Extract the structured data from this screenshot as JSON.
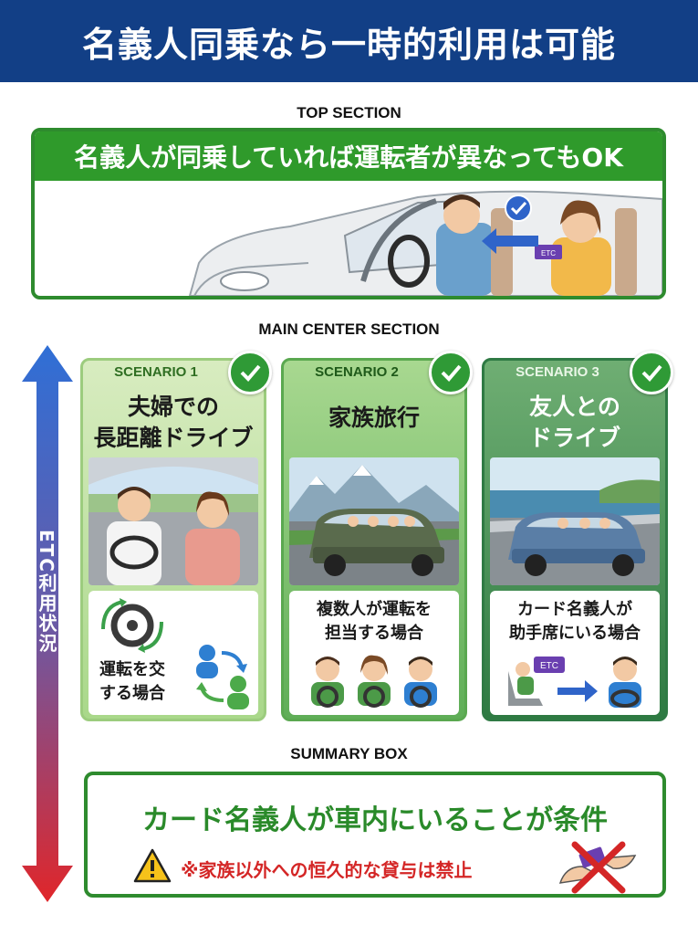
{
  "header": {
    "title": "名義人同乗なら一時的利用は可能"
  },
  "top_section": {
    "label": "TOP SECTION",
    "heading": "名義人が同乗していれば運転者が異なってもOK",
    "card_icon_text": "ETC"
  },
  "main_section": {
    "label": "MAIN CENTER SECTION",
    "axis_label": "ETC利用状況",
    "scenarios": [
      {
        "tag": "SCENARIO 1",
        "title_line1": "夫婦での",
        "title_line2": "長距離ドライブ",
        "desc_line1": "運転を交",
        "desc_line2": "する場合"
      },
      {
        "tag": "SCENARIO 2",
        "title_line1": "家族旅行",
        "desc_line1": "複数人が運転を",
        "desc_line2": "担当する場合"
      },
      {
        "tag": "SCENARIO 3",
        "title_line1": "友人との",
        "title_line2": "ドライブ",
        "desc_line1": "カード名義人が",
        "desc_line2": "助手席にいる場合",
        "etc_text": "ETC"
      }
    ]
  },
  "summary": {
    "label": "SUMMARY BOX",
    "main": "カード名義人が車内にいることが条件",
    "note": "※家族以外への恒久的な貸与は禁止",
    "warning_icon": "warning-triangle-icon",
    "prohibited_icon": "no-lending-icon"
  },
  "colors": {
    "header_blue": "#123f86",
    "green": "#2f9a2b",
    "warning_red": "#d42626",
    "arrow_top": "#2f6fd6",
    "arrow_bottom": "#e0262a"
  }
}
